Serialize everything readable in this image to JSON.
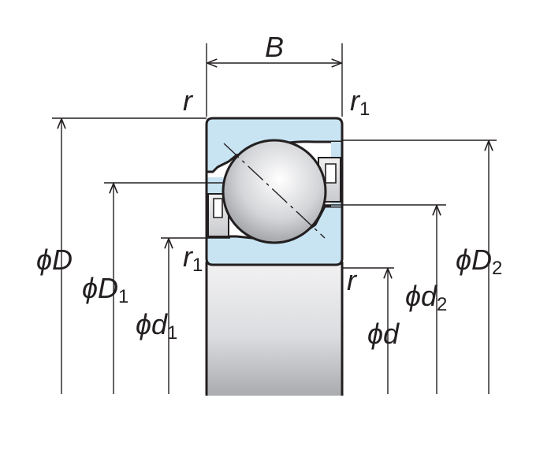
{
  "colors": {
    "ring_fill": "#c8e4f3",
    "shaft_light": "#f2f2f3",
    "shaft_dark": "#a9abae",
    "ball_light": "#ffffff",
    "ball_dark": "#9d9fa3",
    "line": "#231f20"
  },
  "labels": {
    "B": "B",
    "r_top": "r",
    "r1_top_main": "r",
    "r1_top_sub": "1",
    "r1_mid_main": "r",
    "r1_mid_sub": "1",
    "r_mid": "r",
    "phiD_main": "ϕD",
    "phiD1_main": "ϕD",
    "phiD1_sub": "1",
    "phid1_main": "ϕd",
    "phid1_sub": "1",
    "phid_main": "ϕd",
    "phid2_main": "ϕd",
    "phid2_sub": "2",
    "phiD2_main": "ϕD",
    "phiD2_sub": "2"
  }
}
